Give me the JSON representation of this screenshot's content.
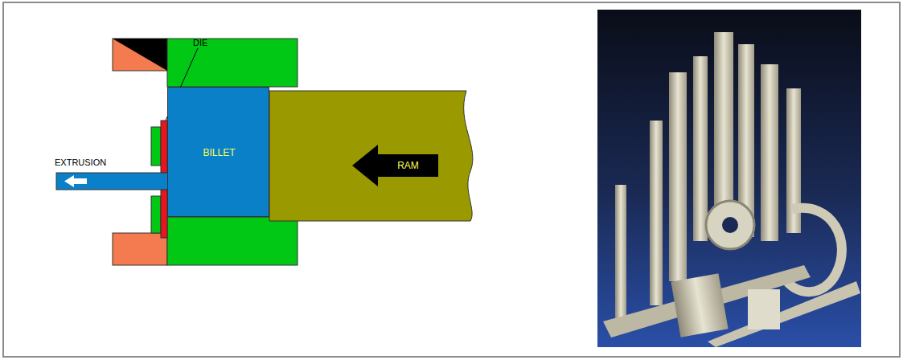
{
  "diagram": {
    "nodes": [
      {
        "text": [
          "BILLET"
        ]
      },
      {
        "text": [
          "RAM"
        ]
      }
    ],
    "labels": [
      "DIE",
      "EXTRUSION"
    ]
  }
}
